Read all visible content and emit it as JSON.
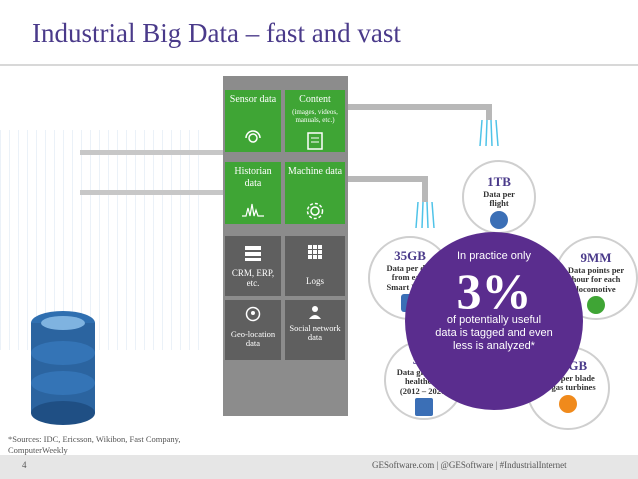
{
  "title": "Industrial Big Data – fast and vast",
  "tiles": {
    "sensor": "Sensor data",
    "content": "Content",
    "content_sub": "(images, videos, manuals, etc.)",
    "historian": "Historian data",
    "machine": "Machine data",
    "crm": "CRM, ERP, etc.",
    "logs": "Logs",
    "geo": "Geo-location data",
    "social": "Social network data"
  },
  "hub": {
    "top": "In practice only",
    "big": "3%",
    "bottom": "of potentially useful data is tagged and even less is analyzed*"
  },
  "stats": [
    {
      "value": "1TB",
      "desc": "Data per flight",
      "icon": "airplane-icon"
    },
    {
      "value": "9MM",
      "desc": "Data points per hour for each locomotive",
      "icon": "train-icon"
    },
    {
      "value": "500GB",
      "desc": "Data per blade by gas turbines",
      "icon": "turbine-icon"
    },
    {
      "value": "50X",
      "desc": "Data growth in healthcare (2012 – 2020)",
      "icon": "hospital-icon"
    },
    {
      "value": "35GB",
      "desc": "Data per day from each Smart Meter",
      "icon": "meter-icon"
    }
  ],
  "footnote": "*Sources: IDC, Ericsson, Wikibon, Fast Company, ComputerWeekly",
  "footer": {
    "page": "4",
    "text": "GESoftware.com | @GESoftware | #IndustrialInternet"
  },
  "colors": {
    "title": "#4a3a8a",
    "hub": "#5a2d8e",
    "tile_green": "#3fa535",
    "tile_gray": "#5f5f5f",
    "water": "#4fc3e8"
  }
}
